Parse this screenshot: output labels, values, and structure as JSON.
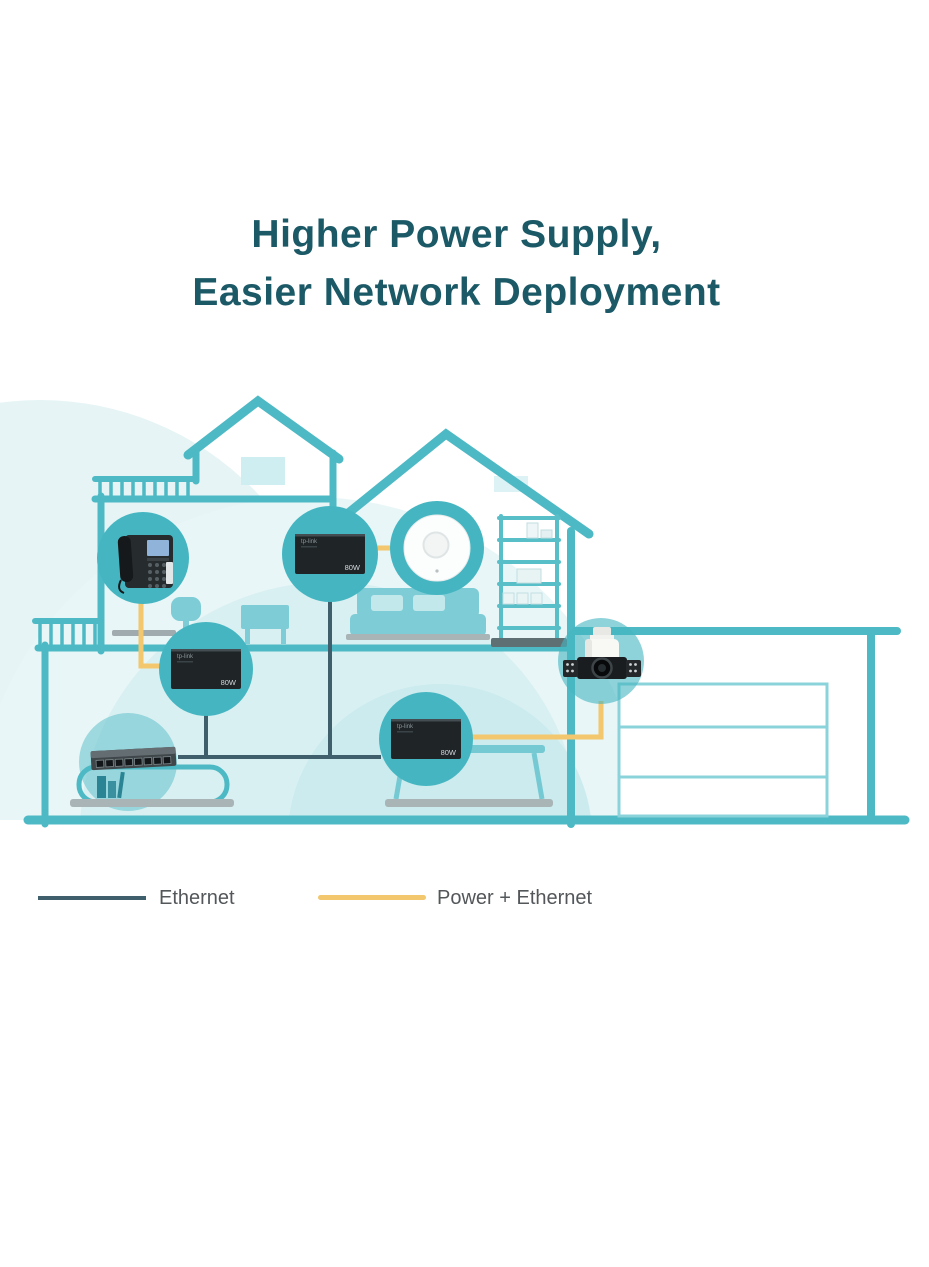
{
  "title": {
    "line1": "Higher Power Supply,",
    "line2": "Easier Network Deployment"
  },
  "legend": {
    "ethernet": {
      "label": "Ethernet",
      "color": "#3f5f6d"
    },
    "power_ethernet": {
      "label": "Power + Ethernet",
      "color": "#f2c76e"
    }
  },
  "diagram": {
    "devices": {
      "injector_upper": {
        "brand": "tp-link",
        "label": "80W"
      },
      "injector_middle": {
        "brand": "tp-link",
        "label": "80W"
      },
      "injector_lower": {
        "brand": "tp-link",
        "label": "80W"
      }
    },
    "colors": {
      "house_outline": "#4db9c4",
      "device_circle": "#45b6c1",
      "ethernet_line": "#3f5f6d",
      "power_ethernet_line": "#f2c76e",
      "title_text": "#1b5966"
    }
  }
}
